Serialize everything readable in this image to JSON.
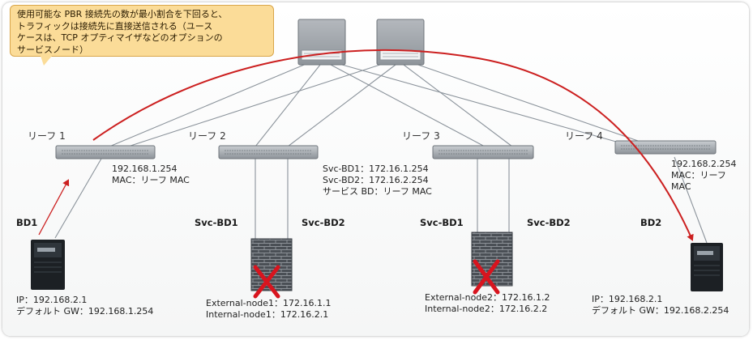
{
  "callout": {
    "lines": [
      "使用可能な PBR 接続先の数が最小割合を下回ると、",
      "トラフィックは接続先に直接送信される（ユース",
      "ケースは、TCP オプティマイザなどのオプションの",
      "サービスノード）"
    ]
  },
  "leaves": [
    {
      "label": "リーフ 1"
    },
    {
      "label": "リーフ 2"
    },
    {
      "label": "リーフ 3"
    },
    {
      "label": "リーフ 4"
    }
  ],
  "leaf1_info": {
    "line1": "192.168.1.254",
    "line2": "MAC：リーフ MAC"
  },
  "leaf23_info": {
    "line1": "Svc-BD1：172.16.1.254",
    "line2": "Svc-BD2：172.16.2.254",
    "line3": "サービス BD：リーフ MAC"
  },
  "leaf4_info": {
    "line1": "192.168.2.254",
    "line2": "MAC：リーフ",
    "line3": "MAC"
  },
  "bd_labels": {
    "bd1": "BD1",
    "bd2": "BD2",
    "svc_bd1_a": "Svc-BD1",
    "svc_bd2_a": "Svc-BD2",
    "svc_bd1_b": "Svc-BD1",
    "svc_bd2_b": "Svc-BD2"
  },
  "client": {
    "ip": "IP：192.168.2.1",
    "gw": "デフォルト GW：192.168.1.254"
  },
  "server": {
    "ip": "IP：192.168.2.1",
    "gw": "デフォルト GW：192.168.2.254"
  },
  "node1": {
    "ext": "External-node1：172.16.1.1",
    "int": "Internal-node1：172.16.2.1"
  },
  "node2": {
    "ext": "External-node2：172.16.1.2",
    "int": "Internal-node2：172.16.2.2"
  },
  "colors": {
    "path": "#cc2020",
    "fail_x": "#d8141e",
    "callout": "#fbdc98",
    "link": "#8b939b"
  }
}
